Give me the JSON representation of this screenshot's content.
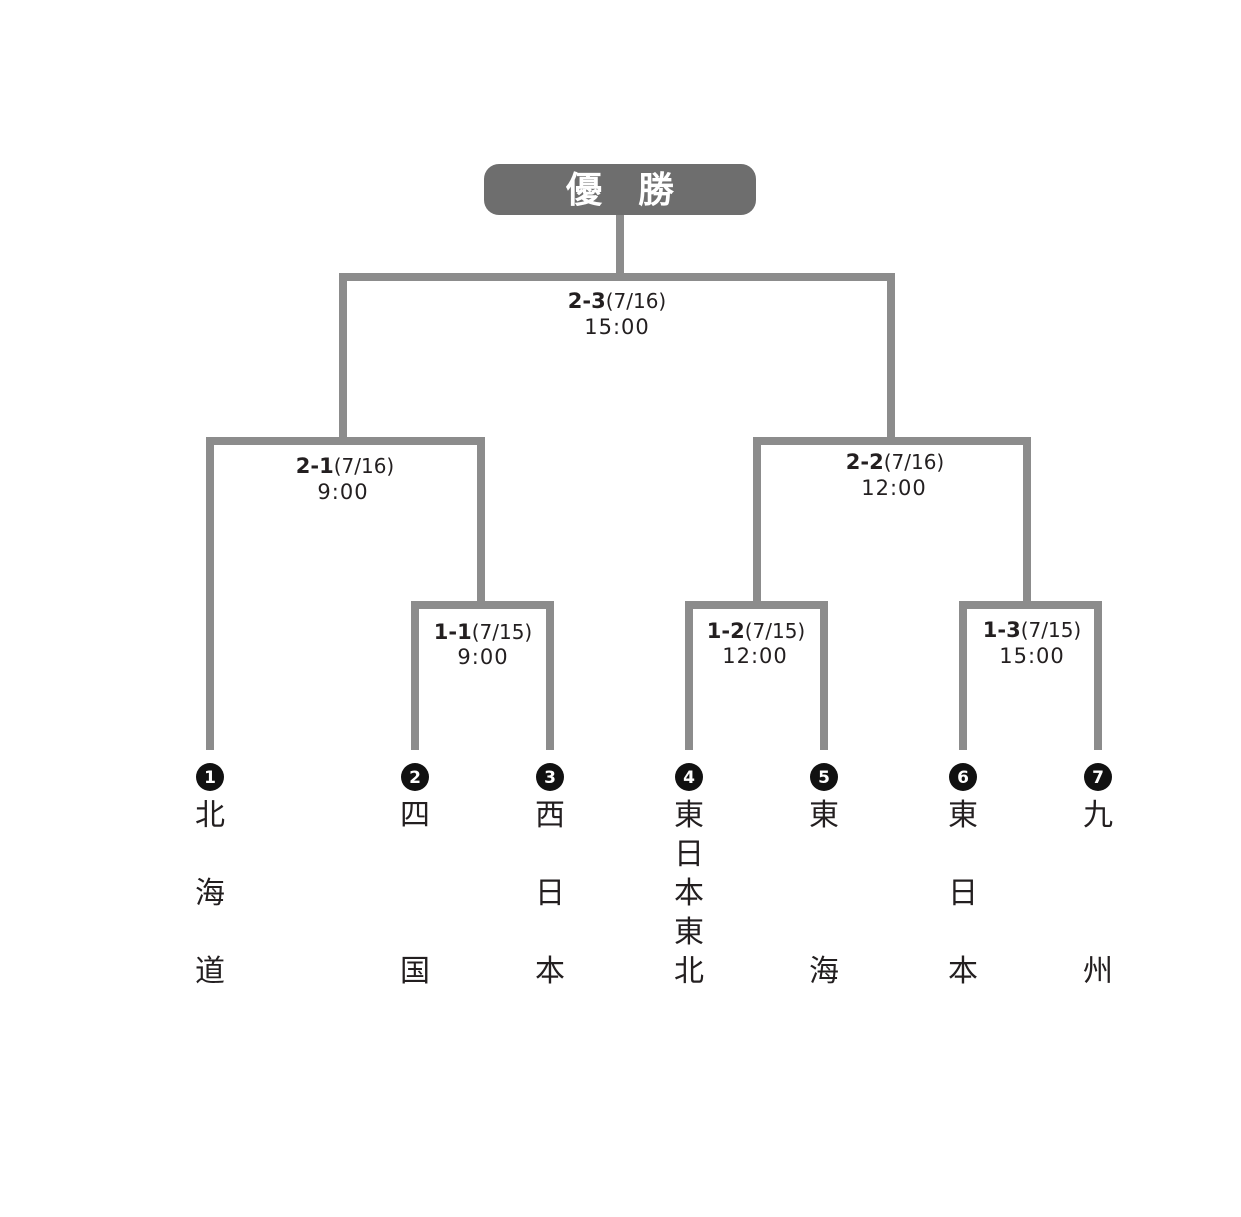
{
  "champion": {
    "label": "優　勝"
  },
  "matches": [
    {
      "id": "2-3",
      "date": "(7/16)",
      "time": "15:00"
    },
    {
      "id": "2-1",
      "date": "(7/16)",
      "time": "9:00"
    },
    {
      "id": "2-2",
      "date": "(7/16)",
      "time": "12:00"
    },
    {
      "id": "1-1",
      "date": "(7/15)",
      "time": "9:00"
    },
    {
      "id": "1-2",
      "date": "(7/15)",
      "time": "12:00"
    },
    {
      "id": "1-3",
      "date": "(7/15)",
      "time": "15:00"
    }
  ],
  "teams": [
    {
      "seed": "1",
      "name": "北海道"
    },
    {
      "seed": "2",
      "name": "四国"
    },
    {
      "seed": "3",
      "name": "西日本"
    },
    {
      "seed": "4",
      "name": "東日本東北"
    },
    {
      "seed": "5",
      "name": "東海"
    },
    {
      "seed": "6",
      "name": "東日本"
    },
    {
      "seed": "7",
      "name": "九州"
    }
  ],
  "colors": {
    "line": "#8c8c8c",
    "champion_bg": "#6e6e6e",
    "seed_bg": "#111111",
    "text": "#231f20"
  }
}
